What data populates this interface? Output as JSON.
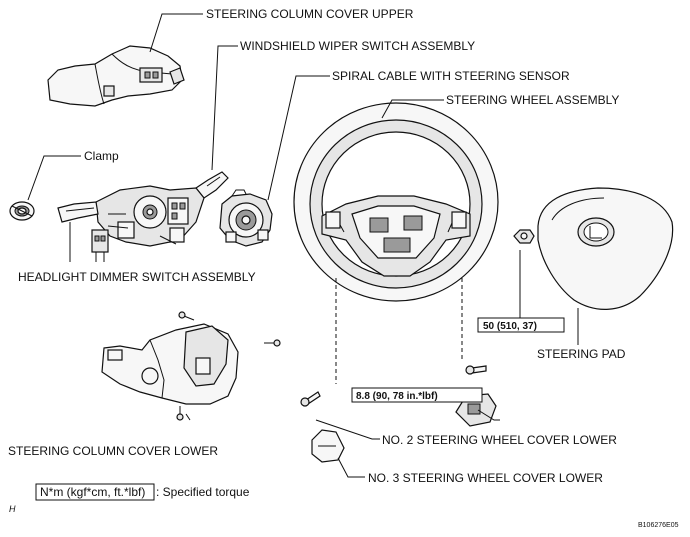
{
  "labels": {
    "column_cover_upper": "STEERING COLUMN COVER UPPER",
    "wiper_switch": "WINDSHIELD WIPER SWITCH ASSEMBLY",
    "spiral_cable": "SPIRAL CABLE WITH STEERING SENSOR",
    "steering_wheel": "STEERING WHEEL ASSEMBLY",
    "clamp": "Clamp",
    "headlight_switch": "HEADLIGHT DIMMER SWITCH ASSEMBLY",
    "steering_pad": "STEERING PAD",
    "column_cover_lower": "STEERING COLUMN COVER LOWER",
    "no2_cover_lower": "NO. 2 STEERING WHEEL COVER LOWER",
    "no3_cover_lower": "NO. 3 STEERING WHEEL COVER LOWER"
  },
  "torques": {
    "pad_nut": "50 (510, 37)",
    "wheel_screw": "8.8 (90, 78 in.*lbf)"
  },
  "legend": {
    "unit_box": "N*m (kgf*cm, ft.*lbf)",
    "text": ": Specified torque"
  },
  "footer": {
    "region_code": "H",
    "figure_id": "B106276E05"
  }
}
